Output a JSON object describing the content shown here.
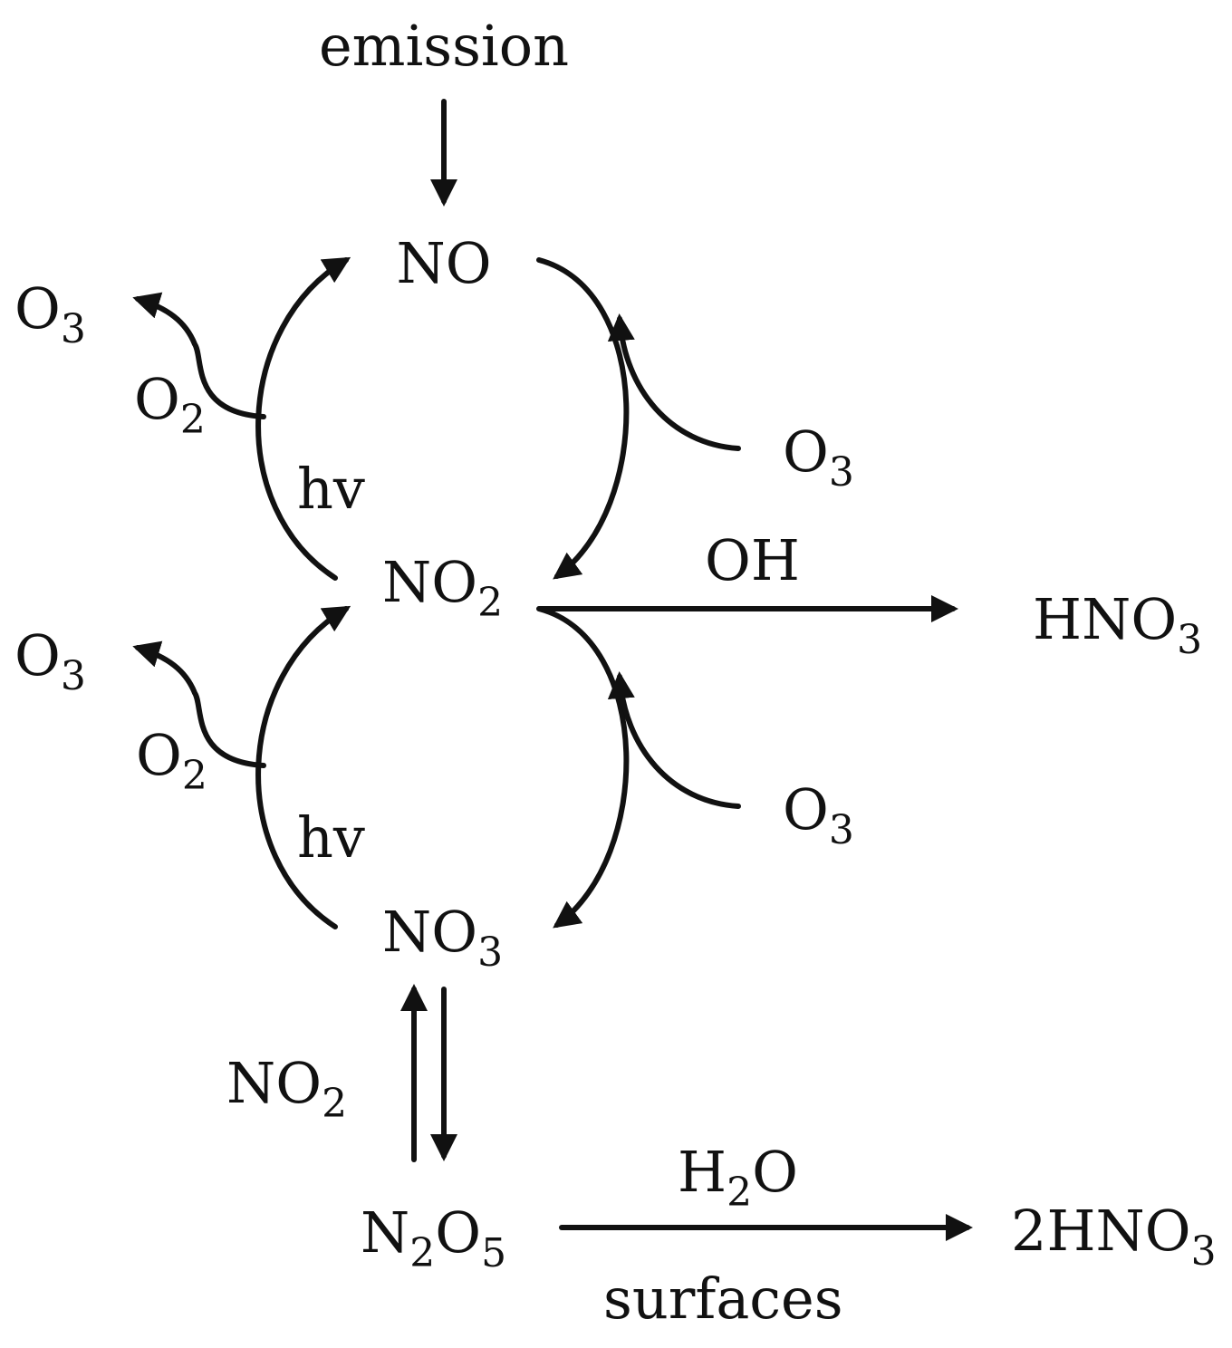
{
  "labels": {
    "emission": "emission",
    "no": "NO",
    "no2_mid": {
      "base": "NO",
      "sub": "2"
    },
    "no3": {
      "base": "NO",
      "sub": "3"
    },
    "n2o5": {
      "b1": "N",
      "s1": "2",
      "b2": "O",
      "s2": "5"
    },
    "hno3": {
      "base": "HNO",
      "sub": "3"
    },
    "two_hno3": {
      "base": "2HNO",
      "sub": "3"
    },
    "o3_upper_left": {
      "base": "O",
      "sub": "3"
    },
    "o2_upper_left": {
      "base": "O",
      "sub": "2"
    },
    "hv_upper": "hv",
    "o3_upper_right": {
      "base": "O",
      "sub": "3"
    },
    "oh": "OH",
    "o3_lower_left": {
      "base": "O",
      "sub": "3"
    },
    "o2_lower_left": {
      "base": "O",
      "sub": "2"
    },
    "hv_lower": "hv",
    "o3_lower_right": {
      "base": "O",
      "sub": "3"
    },
    "no2_side": {
      "base": "NO",
      "sub": "2"
    },
    "h2o": {
      "b1": "H",
      "s1": "2",
      "b2": "O"
    },
    "surfaces": "surfaces"
  },
  "colors": {
    "ink": "#111111",
    "background": "#ffffff"
  }
}
